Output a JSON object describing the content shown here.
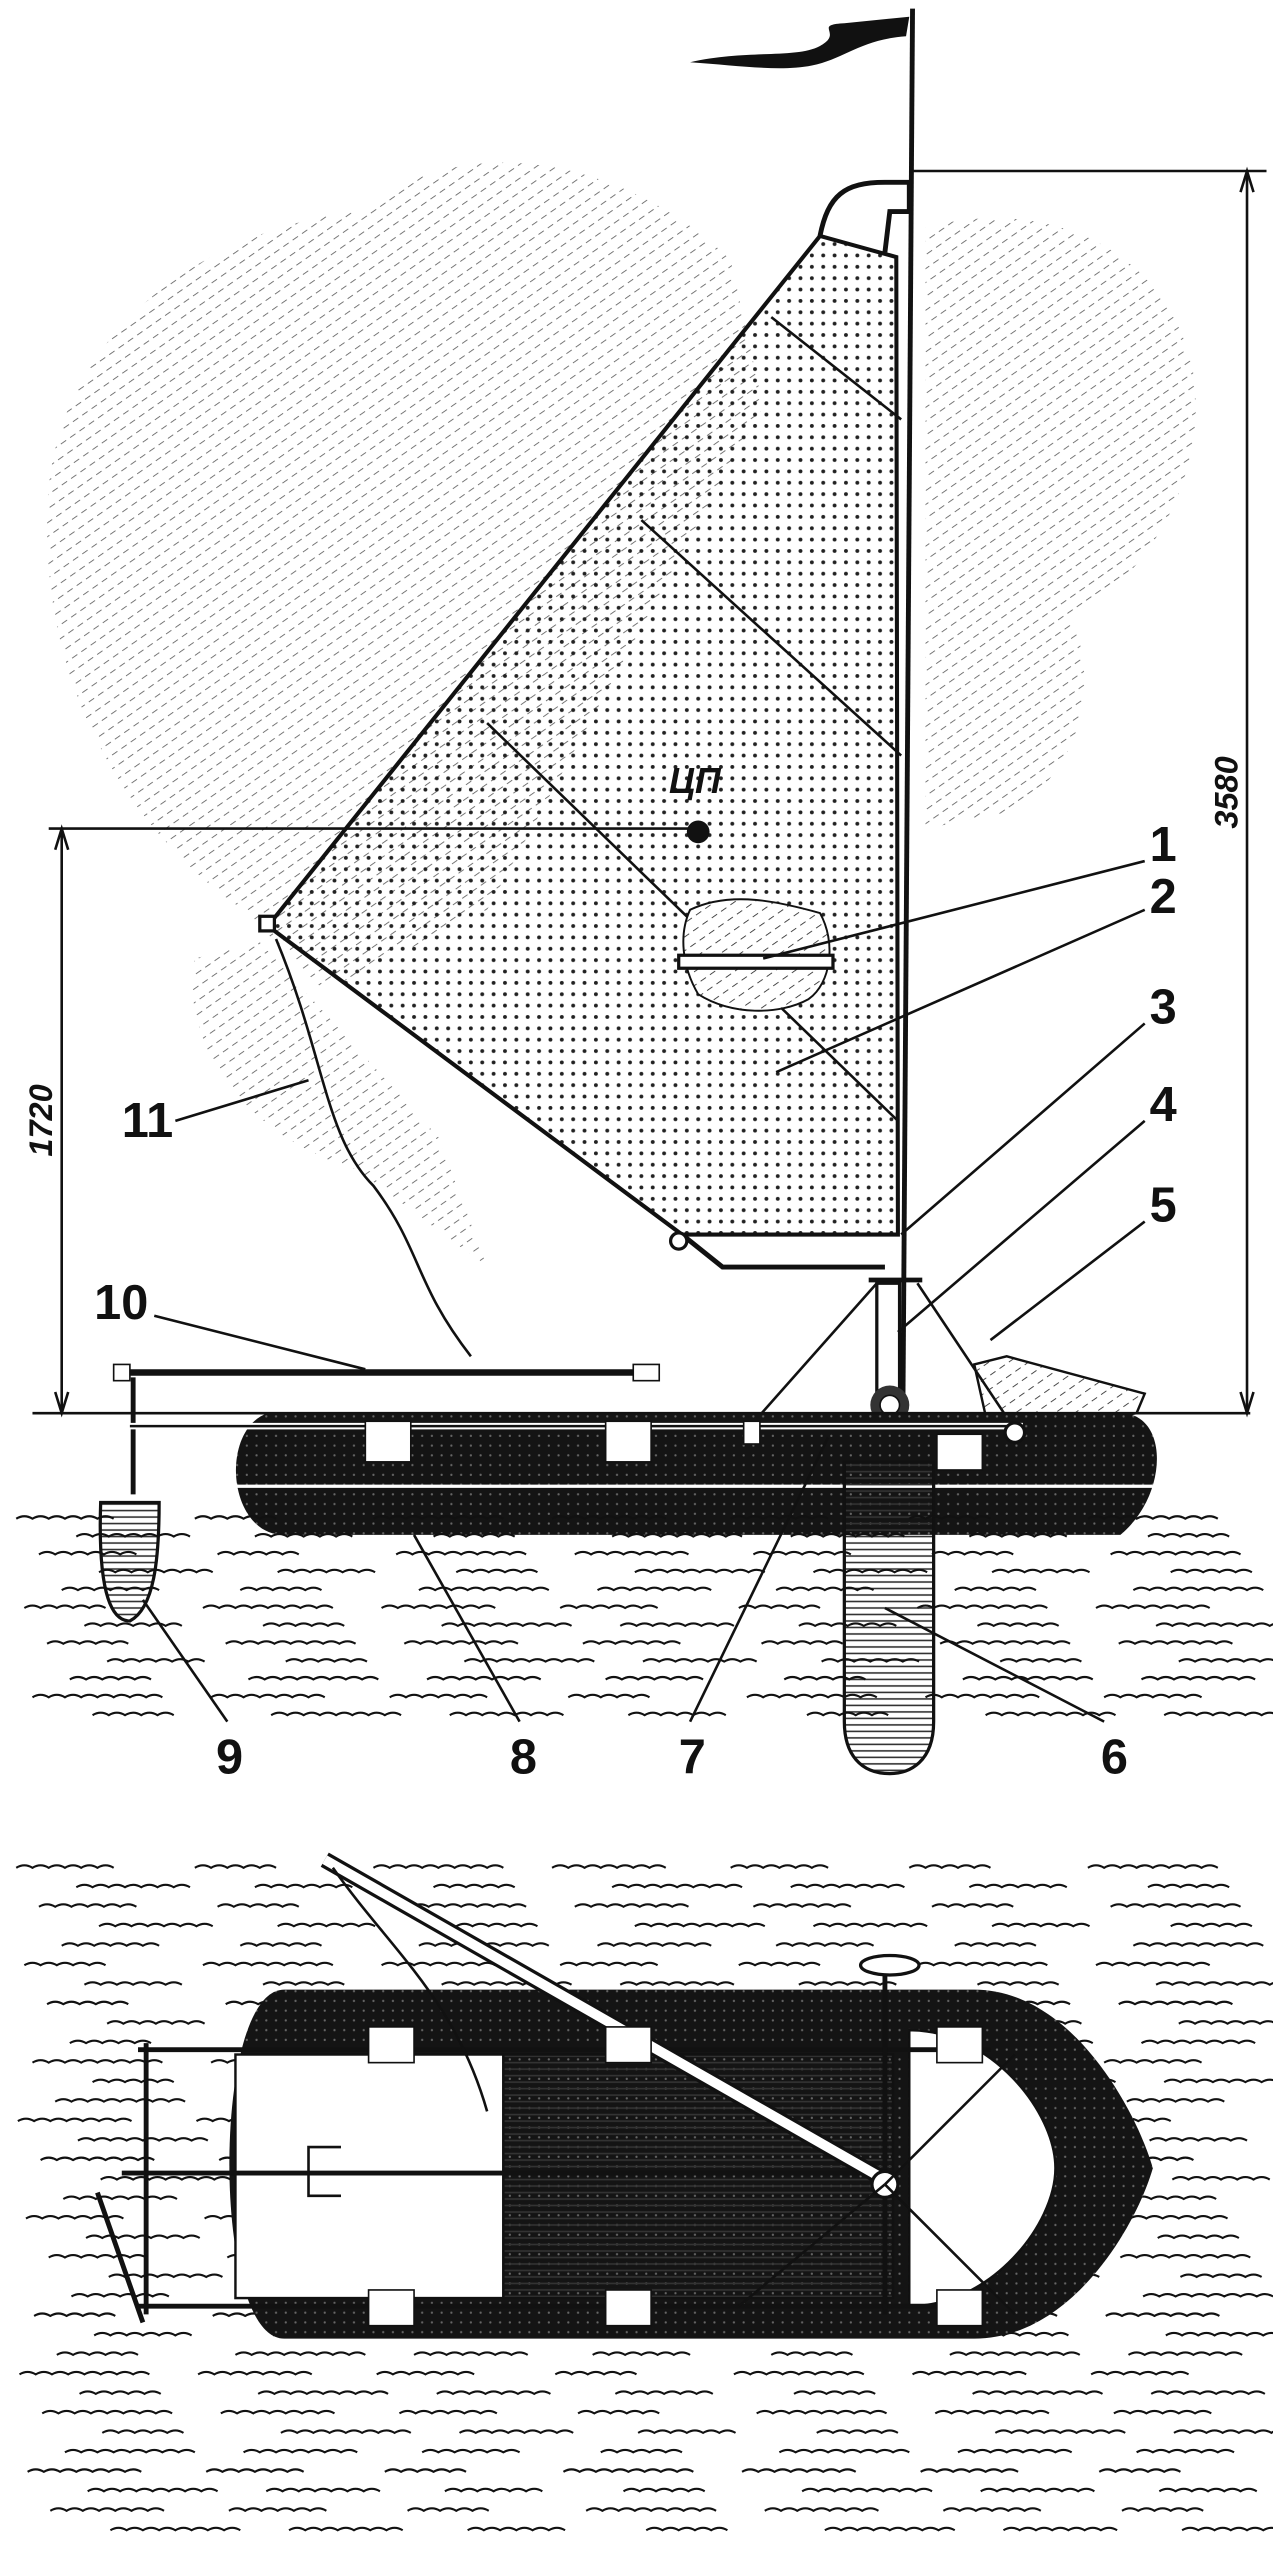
{
  "drawing": {
    "center_of_effort_label": "ЦП",
    "dimensions": {
      "total_height": "3580",
      "center_of_effort_height": "1720"
    },
    "callouts": [
      "1",
      "2",
      "3",
      "4",
      "5",
      "6",
      "7",
      "8",
      "9",
      "10",
      "11"
    ],
    "colors": {
      "ink": "#111111",
      "paper": "#ffffff"
    }
  }
}
